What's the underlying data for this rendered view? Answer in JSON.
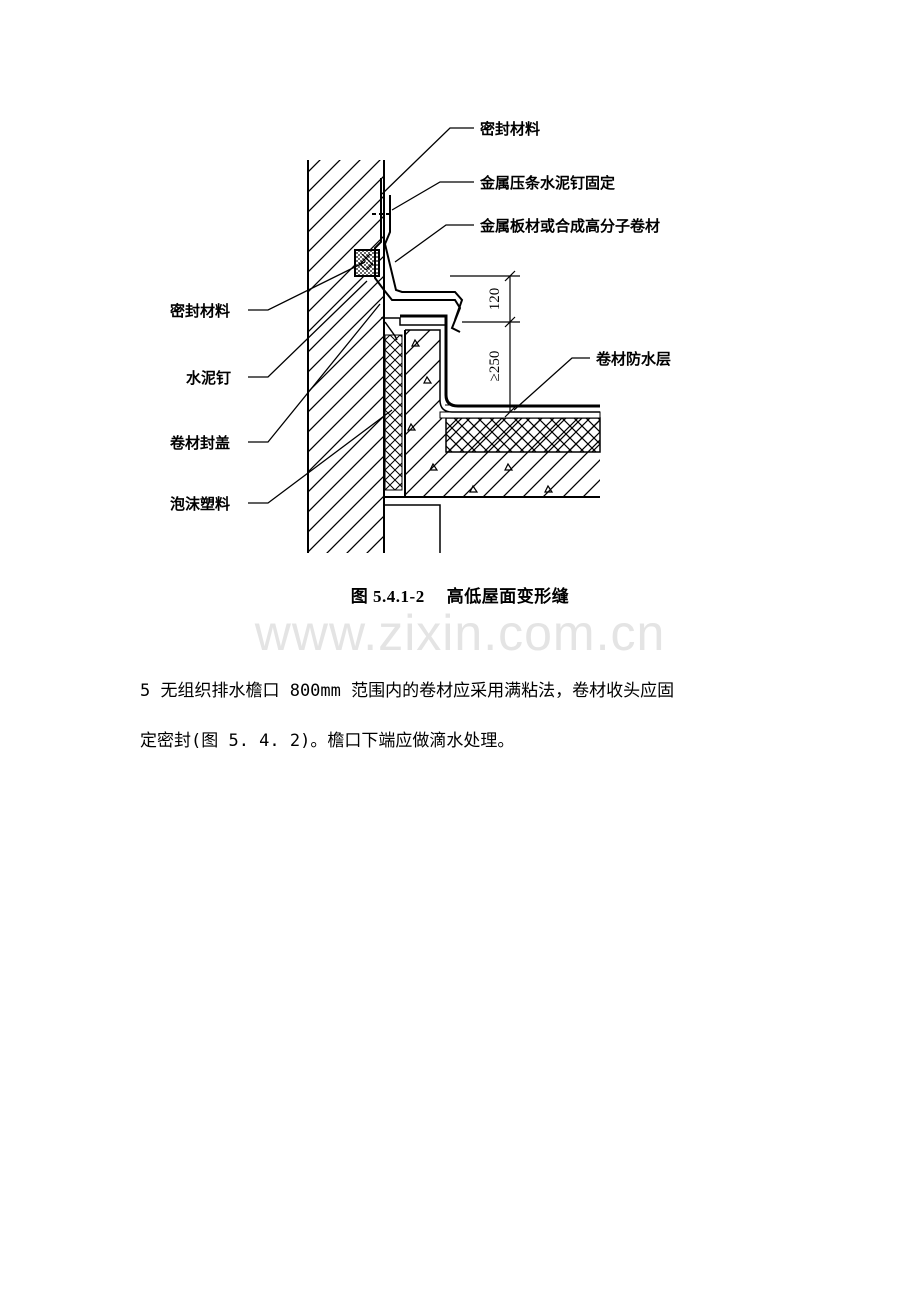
{
  "figure": {
    "labels": {
      "sealant_top": "密封材料",
      "metal_strip": "金属压条水泥钉固定",
      "metal_sheet": "金属板材或合成高分子卷材",
      "sealant_left": "密封材料",
      "cement_nail": "水泥钉",
      "membrane_cap": "卷材封盖",
      "foam": "泡沫塑料",
      "waterproof_layer": "卷材防水层"
    },
    "dimensions": {
      "upper": "120",
      "lower": "≥250"
    },
    "caption_number": "图 5.4.1-2",
    "caption_title": "高低屋面变形缝"
  },
  "watermark": "www.zixin.com.cn",
  "body_text": {
    "line1": "5 无组织排水檐口 800mm 范围内的卷材应采用满粘法，卷材收头应固",
    "line2": "定密封(图 5. 4. 2)。檐口下端应做滴水处理。"
  }
}
